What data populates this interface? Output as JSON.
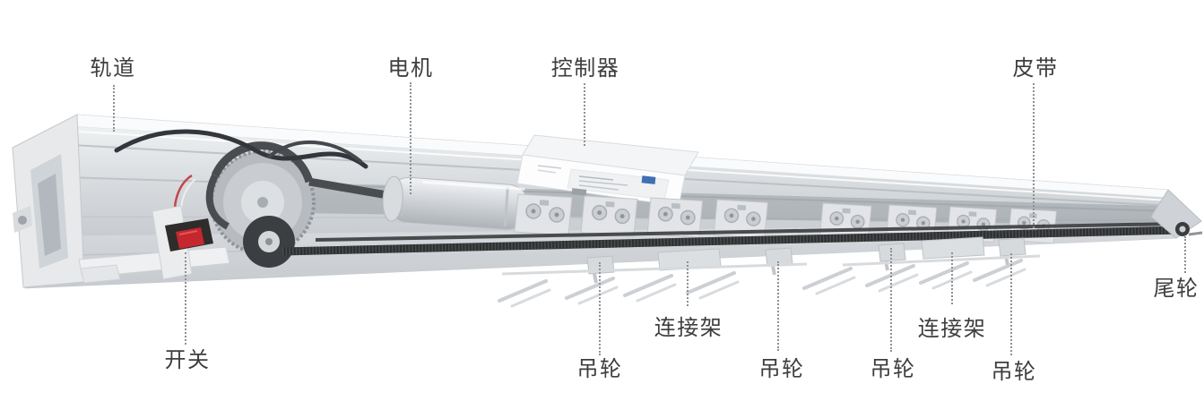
{
  "page": {
    "background": "#ffffff"
  },
  "diagram": {
    "type": "labeled-product-illustration",
    "labels": [
      {
        "id": "track",
        "text": "轨道"
      },
      {
        "id": "motor",
        "text": "电机"
      },
      {
        "id": "controller",
        "text": "控制器"
      },
      {
        "id": "belt",
        "text": "皮带"
      },
      {
        "id": "switch",
        "text": "开关"
      },
      {
        "id": "hanger-roller-1",
        "text": "吊轮"
      },
      {
        "id": "connector-bracket-1",
        "text": "连接架"
      },
      {
        "id": "hanger-roller-2",
        "text": "吊轮"
      },
      {
        "id": "hanger-roller-3",
        "text": "吊轮"
      },
      {
        "id": "connector-bracket-2",
        "text": "连接架"
      },
      {
        "id": "hanger-roller-4",
        "text": "吊轮"
      },
      {
        "id": "tail-pulley",
        "text": "尾轮"
      }
    ],
    "colors": {
      "label_text": "#3e3e3e",
      "leader_line": "#8f9093",
      "switch_red": "#c5272e",
      "belt_dark": "#2e2f31",
      "controller_accent_blue": "#3f6fb5",
      "machine_light": "#f4f5f7",
      "machine_mid": "#c9cdd2",
      "machine_shadow": "#8d9298"
    }
  }
}
